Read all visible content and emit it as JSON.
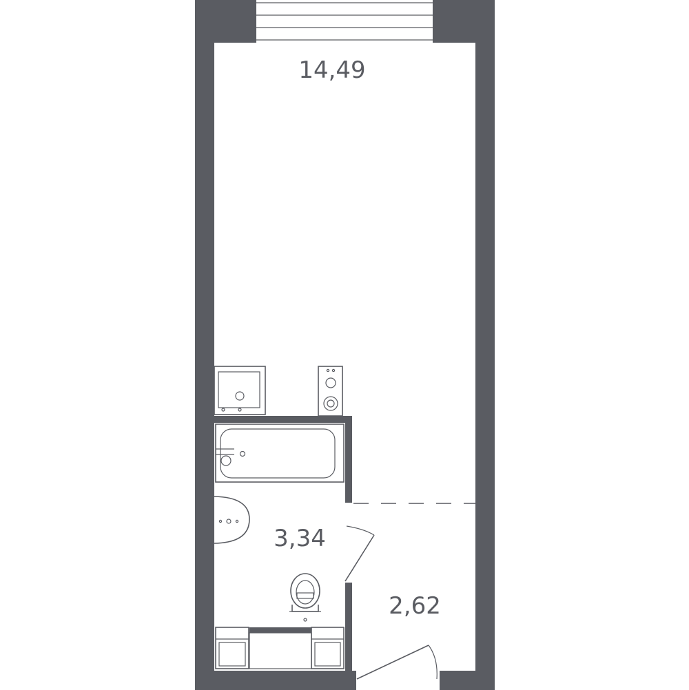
{
  "plan": {
    "rooms": [
      {
        "id": "living-room",
        "area": "14,49"
      },
      {
        "id": "bathroom",
        "area": "3,34"
      },
      {
        "id": "hallway",
        "area": "2,62"
      }
    ]
  },
  "colors": {
    "wall": "#5a5c62",
    "background": "#ffffff"
  }
}
